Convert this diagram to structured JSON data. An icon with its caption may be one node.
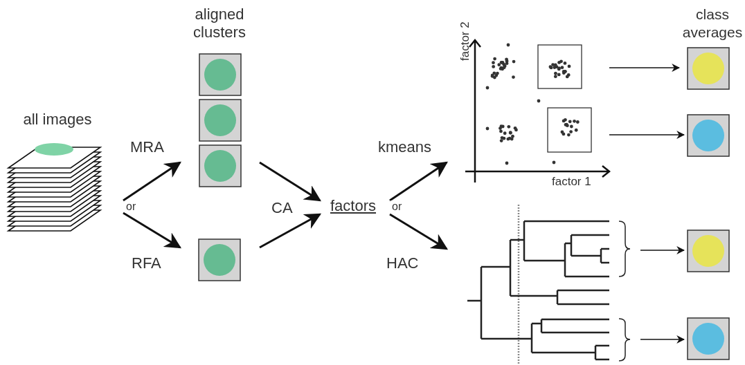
{
  "diagram": {
    "nodes": [
      {
        "text": [
          "all images"
        ]
      },
      {
        "text": [
          "aligned clusters"
        ]
      },
      {
        "text": [],
        "shape": "picture"
      },
      {
        "text": [
          "factors"
        ]
      },
      {
        "text": [],
        "shape": "picture"
      },
      {
        "text": [],
        "shape": "picture"
      },
      {
        "text": [
          "class averages"
        ]
      },
      {
        "text": [],
        "shape": "picture"
      },
      {
        "text": [],
        "shape": "picture"
      },
      {
        "text": [],
        "shape": "picture"
      }
    ],
    "edges": [
      {
        "from": 0,
        "to": 1,
        "arrow": "to",
        "label": "MRA"
      },
      {
        "from": 0,
        "to": 2,
        "arrow": "to",
        "label": "RFA"
      },
      {
        "from": 1,
        "to": 3,
        "arrow": "to"
      },
      {
        "from": 2,
        "to": 3,
        "arrow": "to"
      },
      {
        "from": 3,
        "to": 4,
        "arrow": "to",
        "label": "kmeans"
      },
      {
        "from": 3,
        "to": 5,
        "arrow": "to",
        "label": "HAC"
      },
      {
        "from": 4,
        "to": 6,
        "arrow": "to"
      },
      {
        "from": 4,
        "to": 7,
        "arrow": "to"
      },
      {
        "from": 5,
        "to": 8,
        "arrow": "to"
      },
      {
        "from": 5,
        "to": 9,
        "arrow": "to"
      }
    ],
    "labels": [
      "or",
      "CA",
      "or",
      "factor 2",
      "factor 1"
    ]
  }
}
